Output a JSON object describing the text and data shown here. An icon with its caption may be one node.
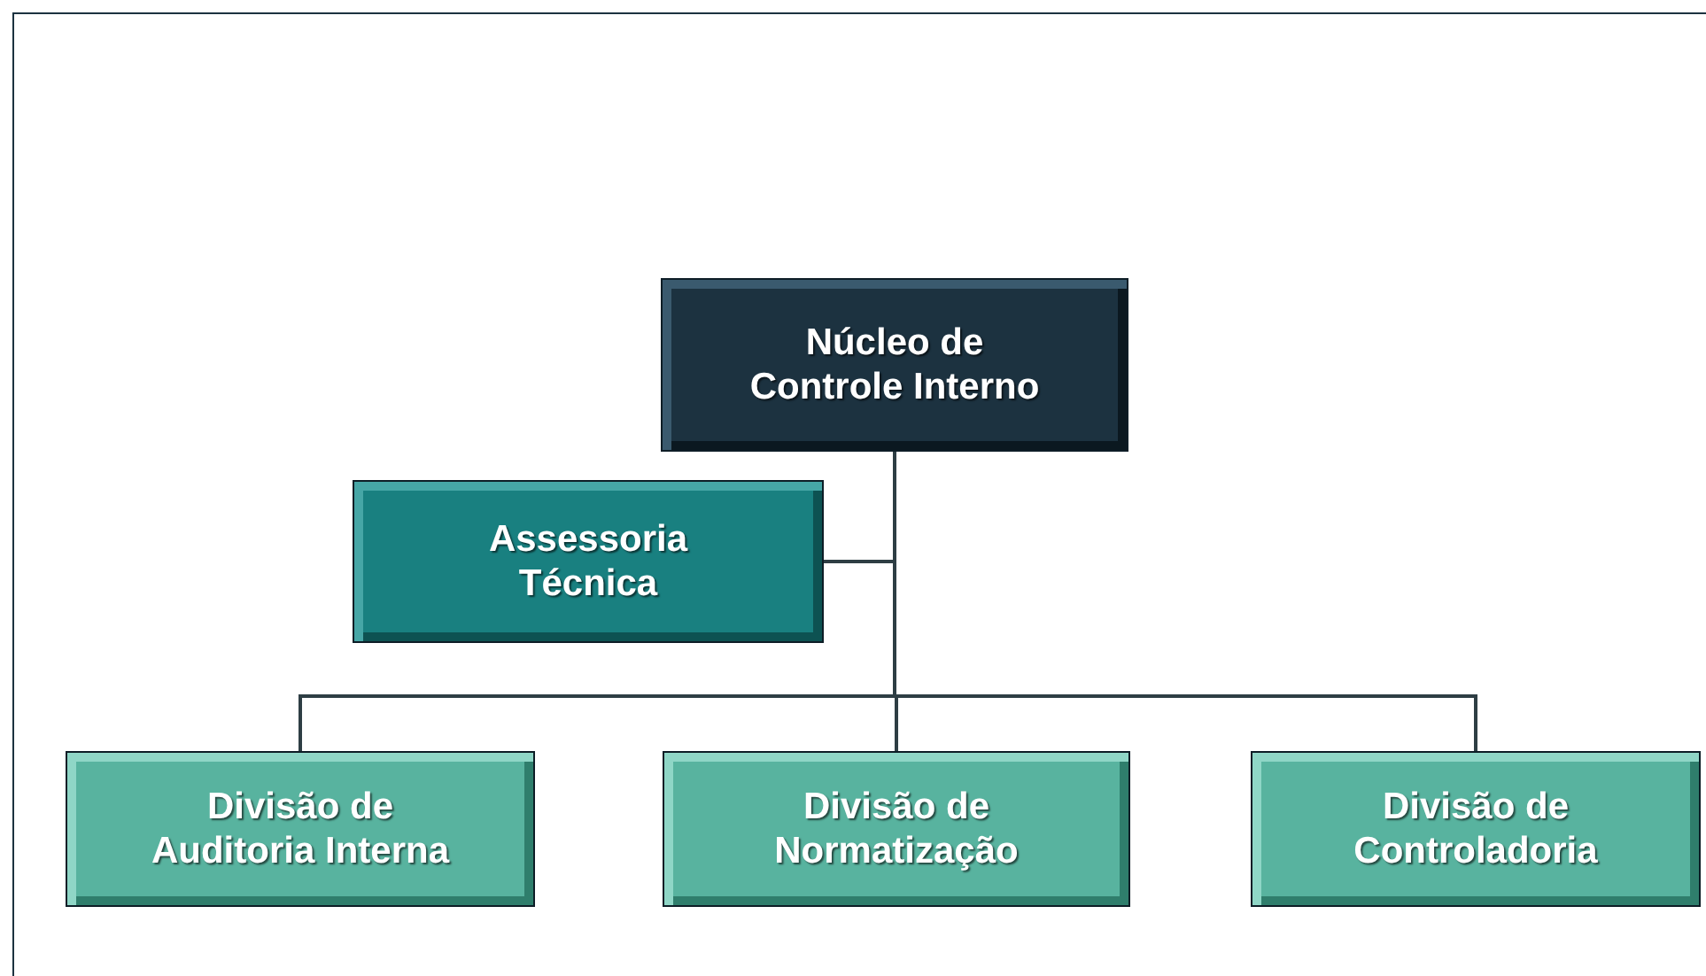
{
  "diagram": {
    "nodes": [
      {
        "text": [
          "Núcleo de Controle Interno"
        ]
      },
      {
        "text": [
          "Assessoria Técnica"
        ]
      },
      {
        "text": [
          "Divisão de Auditoria Interna"
        ]
      },
      {
        "text": [
          "Divisão de Normatização"
        ]
      },
      {
        "text": [
          "Divisão de Controladoria"
        ]
      }
    ],
    "edges": [
      {
        "from": 0,
        "to": 1,
        "arrow": "none"
      },
      {
        "from": 0,
        "to": 2,
        "arrow": "none"
      },
      {
        "from": 0,
        "to": 3,
        "arrow": "none"
      },
      {
        "from": 0,
        "to": 4,
        "arrow": "none"
      }
    ]
  }
}
